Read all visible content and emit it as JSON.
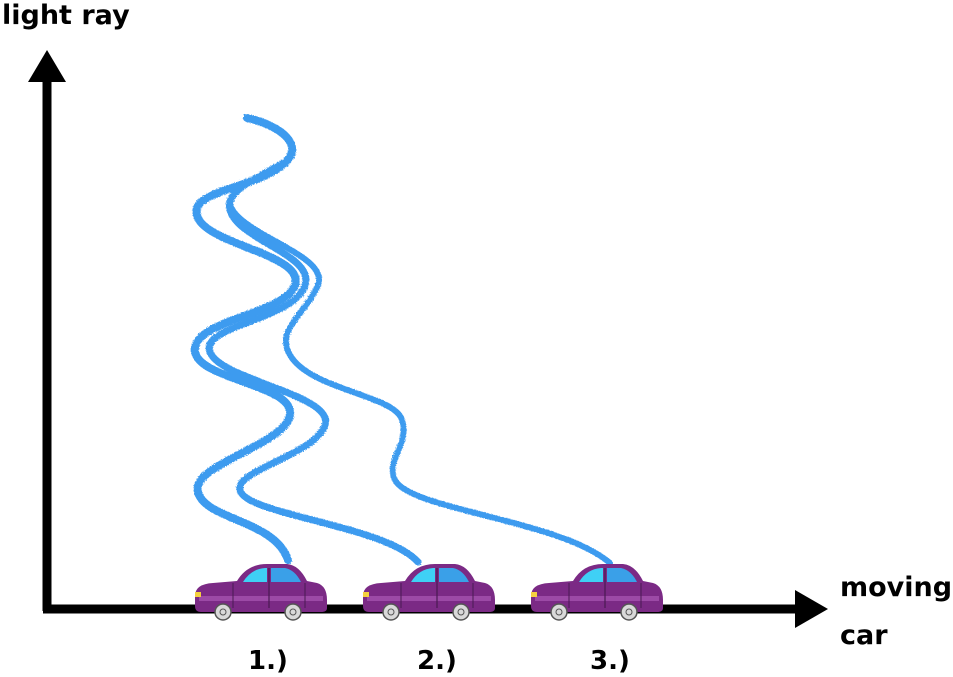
{
  "labels": {
    "y_axis": "light ray",
    "x_axis_line1": "moving",
    "x_axis_line2": "car"
  },
  "positions": [
    "1.)",
    "2.)",
    "3.)"
  ],
  "colors": {
    "axis": "#000000",
    "ray": "#3d9bef",
    "car_body": "#7b2a85",
    "car_body_light": "#9c4aa6",
    "car_window": "#3fd0f5",
    "wheel": "#d9d9d9"
  }
}
